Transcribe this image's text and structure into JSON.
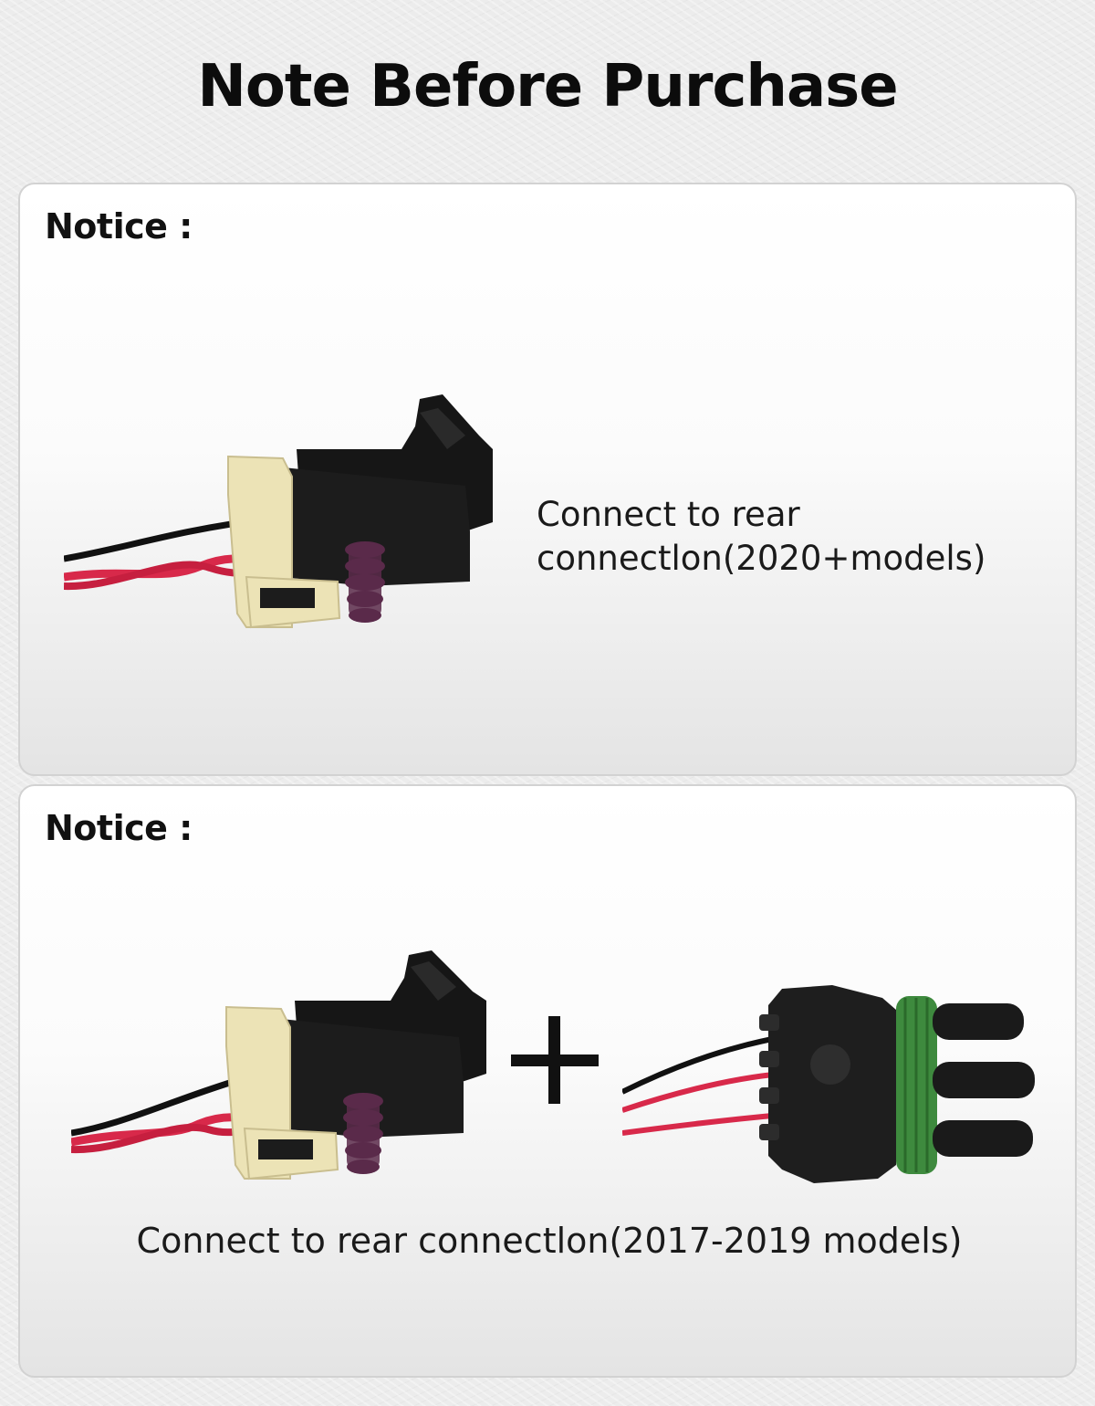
{
  "header": {
    "title": "Note Before Purchase"
  },
  "panels": [
    {
      "notice_label": "Notice :",
      "image": "connector-2020-icon",
      "caption_line1": "Connect to rear",
      "caption_line2": "connectlon(2020+models)"
    },
    {
      "notice_label": "Notice :",
      "image_left": "connector-2017-icon",
      "operator": "plus-icon",
      "image_right": "adapter-plug-icon",
      "caption": "Connect to rear connectlon(2017-2019 models)"
    }
  ],
  "colors": {
    "connector_body": "#161616",
    "latch_beige": "#ece3b6",
    "seal_purple": "#5a2a4a",
    "seal_green": "#3e8a3e",
    "wire_red": "#d8294a",
    "wire_black": "#111111"
  }
}
